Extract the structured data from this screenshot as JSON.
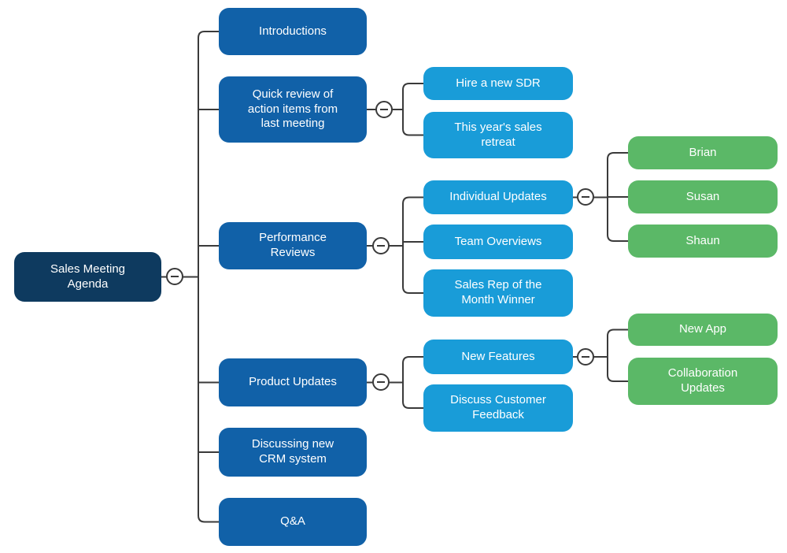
{
  "diagram_type": "mind-map",
  "colors": {
    "root_node": "#0E3A5F",
    "level1_node": "#1161A8",
    "level2_node": "#199CD8",
    "level3_node": "#5BB867",
    "node_text": "#FFFFFF",
    "connector": "#3A3A3A",
    "background": "#FFFFFF"
  },
  "icons": {
    "collapse": "minus-circle"
  },
  "tree": {
    "label": "Sales Meeting Agenda",
    "children": [
      {
        "label": "Introductions",
        "children": []
      },
      {
        "label": "Quick review of action items from last meeting",
        "children": [
          {
            "label": "Hire a new SDR",
            "children": []
          },
          {
            "label": "This year's sales retreat",
            "children": []
          }
        ]
      },
      {
        "label": "Performance Reviews",
        "children": [
          {
            "label": "Individual Updates",
            "children": [
              {
                "label": "Brian",
                "children": []
              },
              {
                "label": "Susan",
                "children": []
              },
              {
                "label": "Shaun",
                "children": []
              }
            ]
          },
          {
            "label": "Team Overviews",
            "children": []
          },
          {
            "label": "Sales Rep of the Month Winner",
            "children": []
          }
        ]
      },
      {
        "label": "Product Updates",
        "children": [
          {
            "label": "New Features",
            "children": [
              {
                "label": "New App",
                "children": []
              },
              {
                "label": "Collaboration Updates",
                "children": []
              }
            ]
          },
          {
            "label": "Discuss Customer Feedback",
            "children": []
          }
        ]
      },
      {
        "label": "Discussing new CRM system",
        "children": []
      },
      {
        "label": "Q&A",
        "children": []
      }
    ]
  }
}
